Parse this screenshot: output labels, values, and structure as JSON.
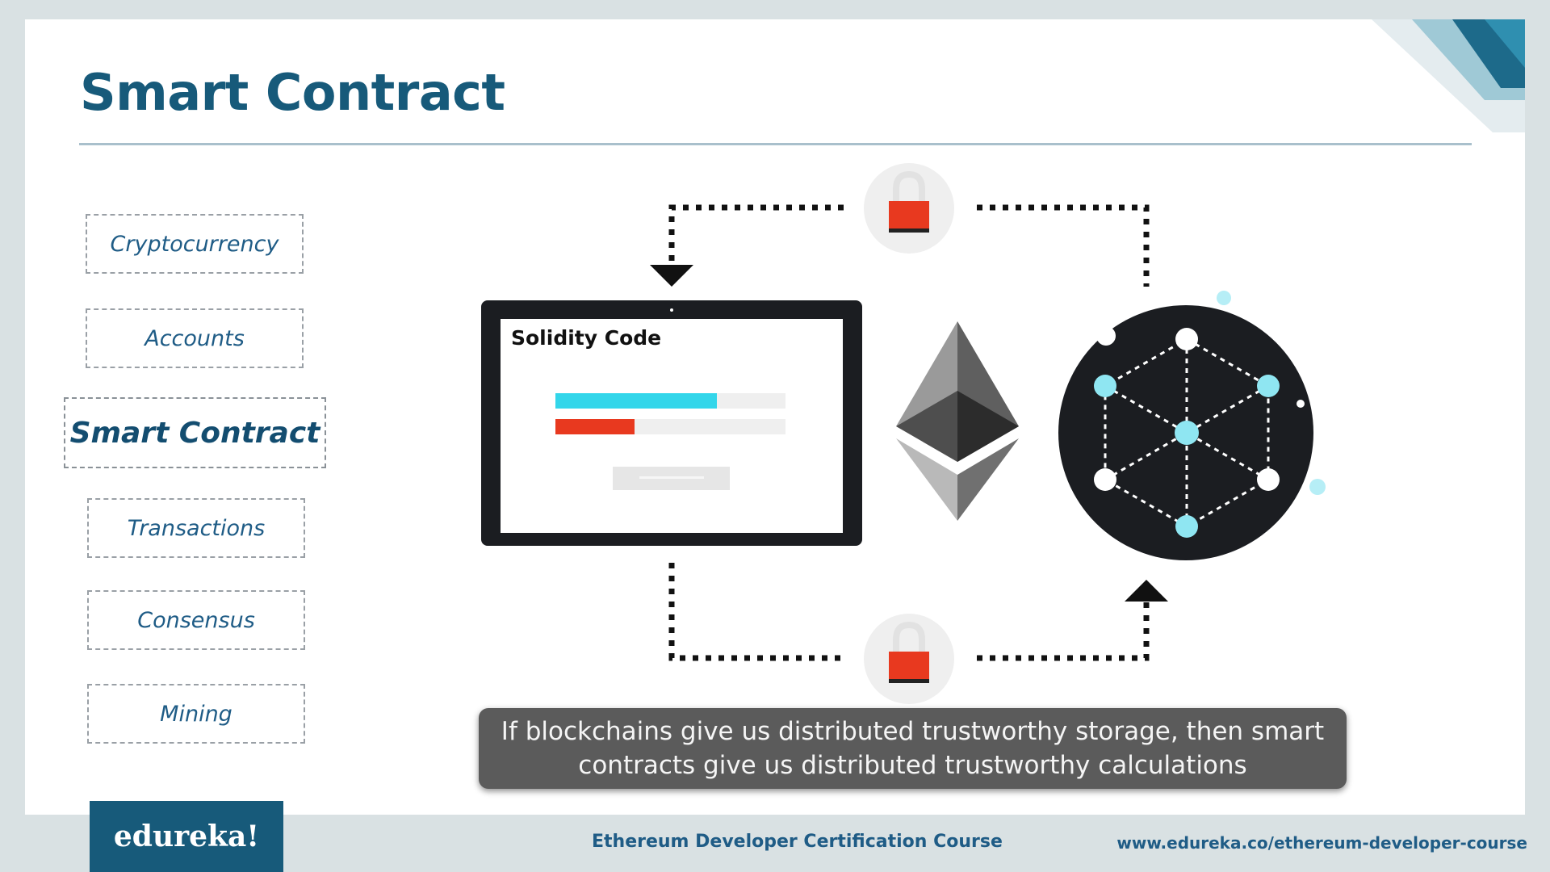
{
  "slide": {
    "title": "Smart Contract"
  },
  "nav": {
    "items": [
      {
        "label": "Cryptocurrency"
      },
      {
        "label": "Accounts"
      },
      {
        "label": "Smart Contract"
      },
      {
        "label": "Transactions"
      },
      {
        "label": "Consensus"
      },
      {
        "label": "Mining"
      }
    ]
  },
  "diagram": {
    "code_window_label": "Solidity Code"
  },
  "caption": {
    "text": "If blockchains give us distributed trustworthy storage, then smart contracts give us distributed trustworthy calculations"
  },
  "footer": {
    "logo_text": "edureka!",
    "course": "Ethereum Developer Certification Course",
    "url": "www.edureka.co/ethereum-developer-course"
  },
  "colors": {
    "brand": "#175a7a",
    "accent_cyan": "#33d6ea",
    "accent_red": "#e8391f",
    "dark": "#1b1d21"
  }
}
